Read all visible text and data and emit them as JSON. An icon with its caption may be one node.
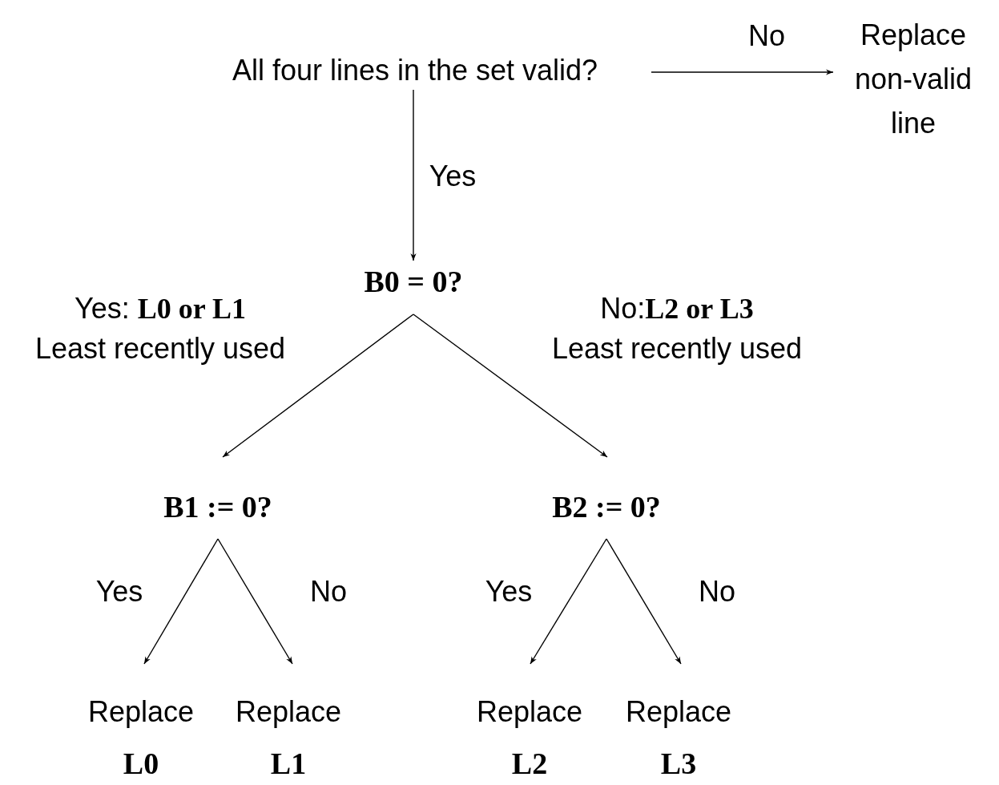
{
  "diagram": {
    "nodes": [
      {
        "text": [
          "All four lines in the set valid?"
        ]
      },
      {
        "text": [
          "Replace non-valid line"
        ]
      },
      {
        "text": [
          "B0 = 0?"
        ]
      },
      {
        "text": [
          "B1 := 0?"
        ]
      },
      {
        "text": [
          "B2 := 0?"
        ]
      },
      {
        "text": [
          "Replace",
          "L0"
        ]
      },
      {
        "text": [
          "Replace",
          "L1"
        ]
      },
      {
        "text": [
          "Replace",
          "L2"
        ]
      },
      {
        "text": [
          "Replace",
          "L3"
        ]
      }
    ],
    "edges": [
      {
        "from": 0,
        "to": 1,
        "arrow": "to",
        "label": "No"
      },
      {
        "from": 0,
        "to": 2,
        "arrow": "to",
        "label": "Yes"
      },
      {
        "from": 2,
        "to": 3,
        "arrow": "to",
        "label": "Yes: **L0 or L1** Least recently used"
      },
      {
        "from": 2,
        "to": 4,
        "arrow": "to",
        "label": "No:**L2 or L3** Least recently used"
      },
      {
        "from": 3,
        "to": 5,
        "arrow": "to",
        "label": "Yes"
      },
      {
        "from": 3,
        "to": 6,
        "arrow": "to",
        "label": "No"
      },
      {
        "from": 4,
        "to": 7,
        "arrow": "to",
        "label": "Yes"
      },
      {
        "from": 4,
        "to": 8,
        "arrow": "to",
        "label": "No"
      }
    ]
  }
}
